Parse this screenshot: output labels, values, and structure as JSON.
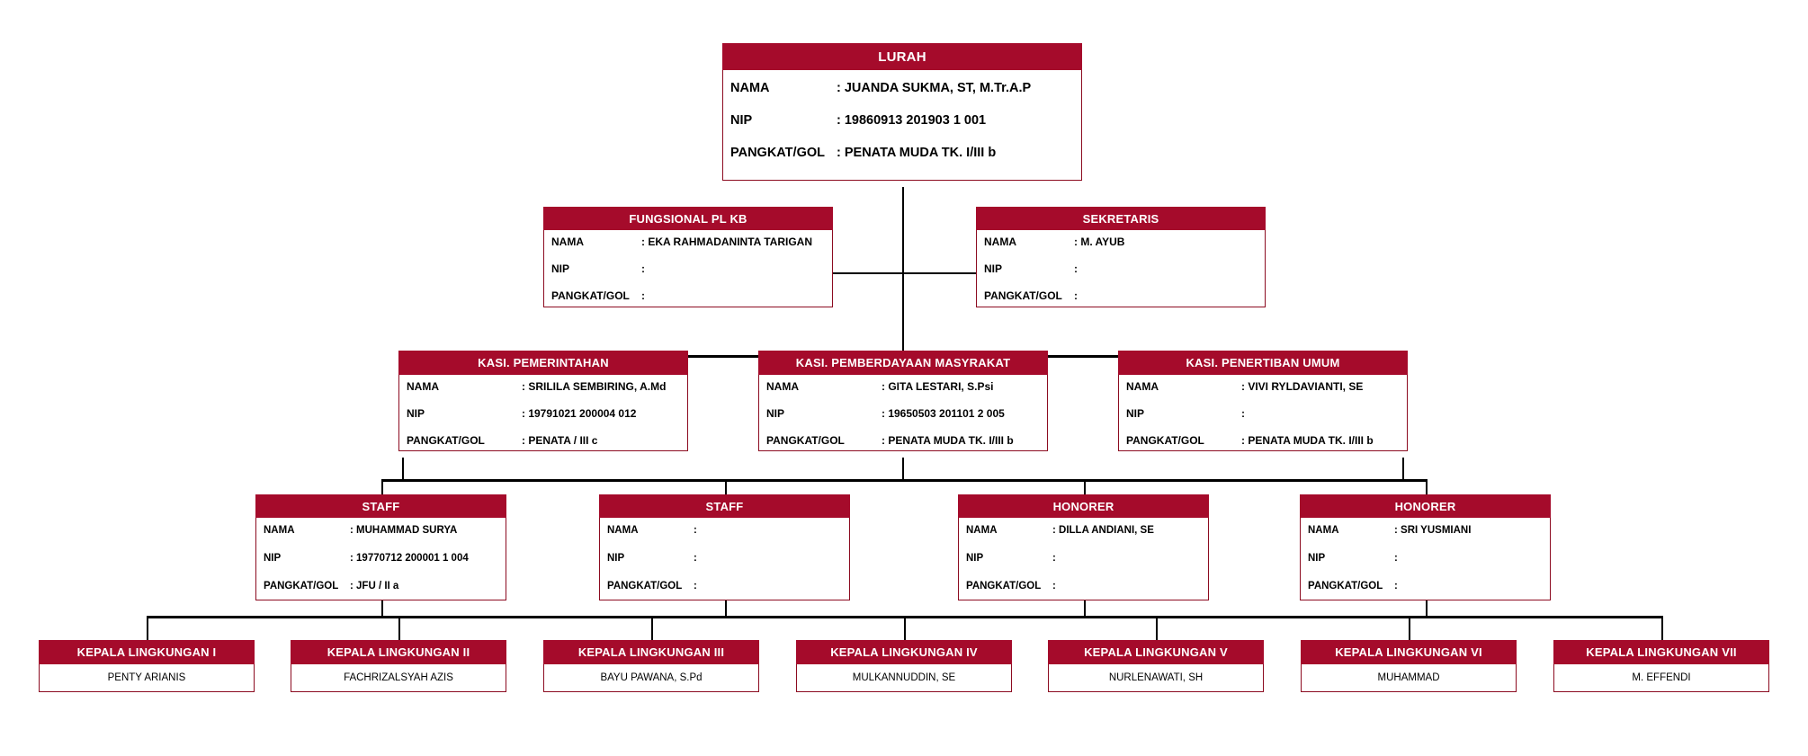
{
  "meta": {
    "accent_color": "#A50B2B",
    "border_color": "#8C0B20",
    "background_color": "#FFFFFF",
    "line_color": "#000000"
  },
  "labels": {
    "nama": "NAMA",
    "nip": "NIP",
    "pangkat": "PANGKAT/GOL"
  },
  "nodes": {
    "lurah": {
      "title": "LURAH",
      "nama": ": JUANDA SUKMA, ST, M.Tr.A.P",
      "nip": ": 19860913 201903 1 001",
      "pangkat": ": PENATA MUDA TK. I/III b"
    },
    "fungsional": {
      "title": "FUNGSIONAL PL KB",
      "nama": ": EKA RAHMADANINTA TARIGAN",
      "nip": ":",
      "pangkat": ":"
    },
    "sekretaris": {
      "title": "SEKRETARIS",
      "nama": ": M. AYUB",
      "nip": ":",
      "pangkat": ":"
    },
    "kasi_pemerintahan": {
      "title": "KASI. PEMERINTAHAN",
      "nama": ": SRILILA SEMBIRING, A.Md",
      "nip": ":  19791021 200004 012",
      "pangkat": ": PENATA / III c"
    },
    "kasi_pemberdayaan": {
      "title": "KASI. PEMBERDAYAAN MASYRAKAT",
      "nama": ": GITA LESTARI, S.Psi",
      "nip": ": 19650503 201101 2 005",
      "pangkat": ": PENATA MUDA TK. I/III b"
    },
    "kasi_penertiban": {
      "title": "KASI. PENERTIBAN UMUM",
      "nama": ": VIVI RYLDAVIANTI, SE",
      "nip": ":",
      "pangkat": ": PENATA MUDA TK. I/III b"
    },
    "staff_1": {
      "title": "STAFF",
      "nama": ": MUHAMMAD SURYA",
      "nip": ": 19770712 200001 1 004",
      "pangkat": ": JFU / II a"
    },
    "staff_2": {
      "title": "STAFF",
      "nama": ":",
      "nip": ":",
      "pangkat": ":"
    },
    "honorer_1": {
      "title": "HONORER",
      "nama": ": DILLA ANDIANI, SE",
      "nip": ":",
      "pangkat": ":"
    },
    "honorer_2": {
      "title": "HONORER",
      "nama": ": SRI YUSMIANI",
      "nip": ":",
      "pangkat": ":"
    },
    "lingkungan_1": {
      "title": "KEPALA LINGKUNGAN I",
      "nama": "PENTY ARIANIS"
    },
    "lingkungan_2": {
      "title": "KEPALA LINGKUNGAN II",
      "nama": "FACHRIZALSYAH AZIS"
    },
    "lingkungan_3": {
      "title": "KEPALA LINGKUNGAN III",
      "nama": "BAYU PAWANA, S.Pd"
    },
    "lingkungan_4": {
      "title": "KEPALA LINGKUNGAN IV",
      "nama": "MULKANNUDDIN, SE"
    },
    "lingkungan_5": {
      "title": "KEPALA LINGKUNGAN V",
      "nama": "NURLENAWATI, SH"
    },
    "lingkungan_6": {
      "title": "KEPALA LINGKUNGAN VI",
      "nama": "MUHAMMAD"
    },
    "lingkungan_7": {
      "title": "KEPALA LINGKUNGAN VII",
      "nama": "M. EFFENDI"
    }
  }
}
